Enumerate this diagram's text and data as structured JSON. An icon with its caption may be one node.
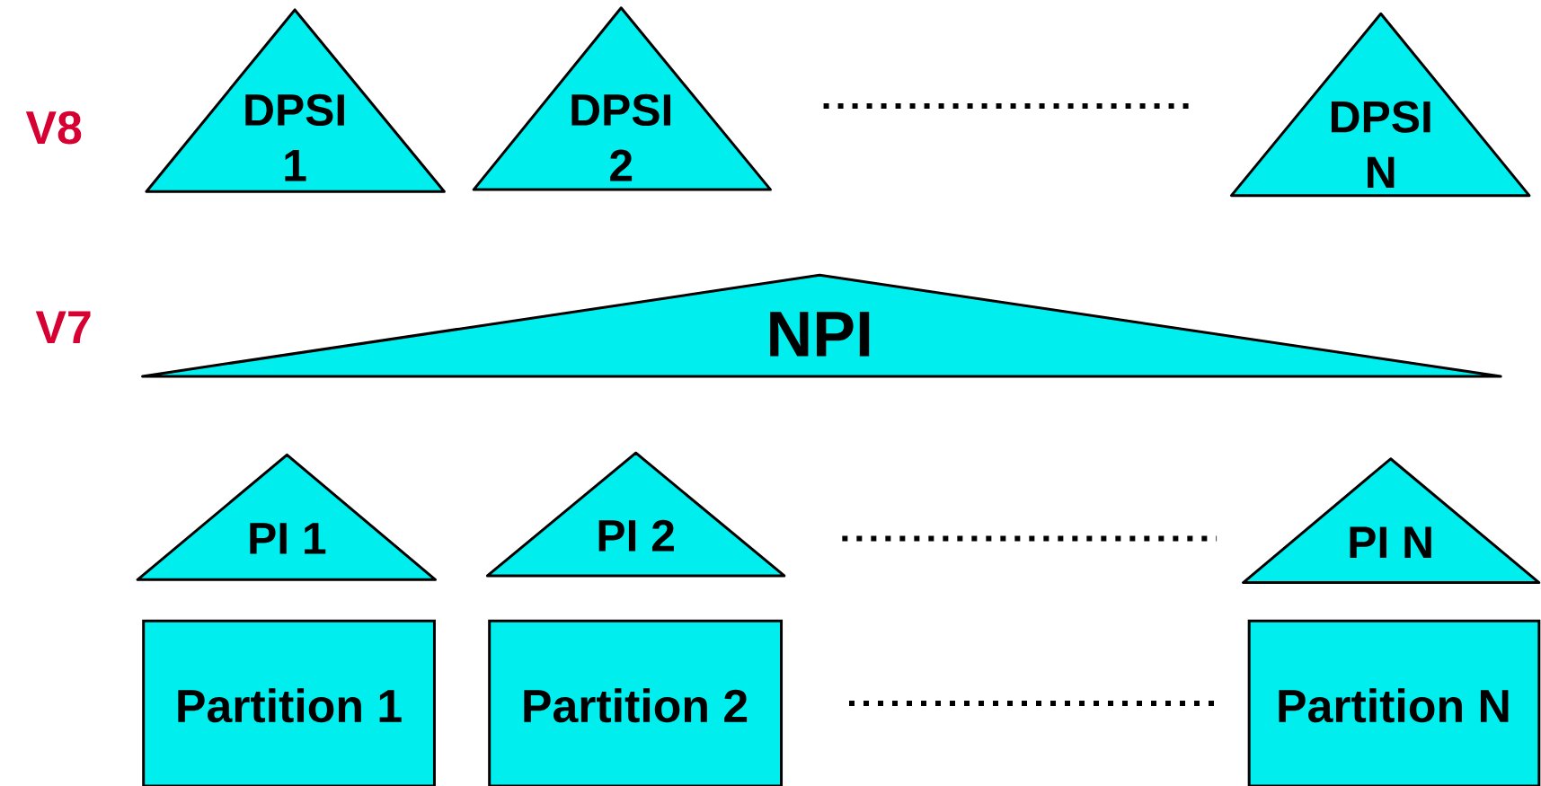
{
  "diagram": {
    "nodes": [
      {
        "text": [
          "DPSI 1"
        ]
      },
      {
        "text": [
          "DPSI 2"
        ]
      },
      {
        "text": [
          "DPSI N"
        ]
      },
      {
        "text": [
          "NPI"
        ]
      },
      {
        "text": [
          "PI 1"
        ]
      },
      {
        "text": [
          "PI 2"
        ]
      },
      {
        "text": [
          "PI N"
        ]
      },
      {
        "text": [
          "Partition 1"
        ]
      },
      {
        "text": [
          "Partition 2"
        ]
      },
      {
        "text": [
          "Partition N"
        ]
      }
    ],
    "labels": [
      "V8",
      "V7"
    ]
  }
}
